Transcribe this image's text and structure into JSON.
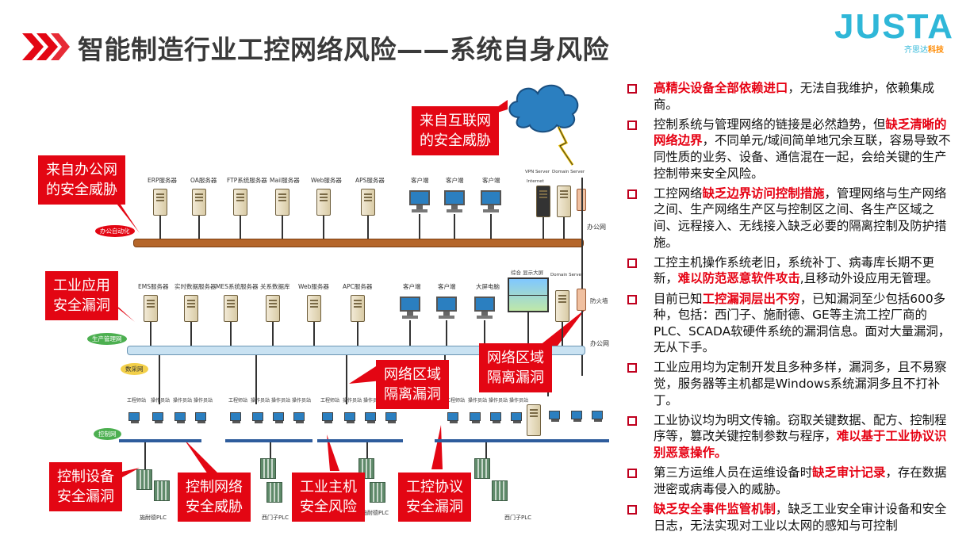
{
  "header": {
    "title": "智能制造行业工控网络风险——系统自身风险",
    "logo_text": "JUSTA",
    "logo_subtitle_a": "齐思达",
    "logo_subtitle_b": "科技",
    "accent_color": "#e30613",
    "logo_color": "#2fb7d8"
  },
  "diagram": {
    "threats": {
      "internet": [
        "来自互联网",
        "的安全威胁"
      ],
      "office": [
        "来自办公网",
        "的安全威胁"
      ],
      "app": [
        "工业应用",
        "安全漏洞"
      ],
      "zone_right": [
        "网络区域",
        "隔离漏洞"
      ],
      "zone_mid": [
        "网络区域",
        "隔离漏洞"
      ],
      "ctrl_device": [
        "控制设备",
        "安全漏洞"
      ],
      "ctrl_net": [
        "控制网络",
        "安全威胁"
      ],
      "host": [
        "工业主机",
        "安全风险"
      ],
      "protocol": [
        "工控协议",
        "安全漏洞"
      ]
    },
    "office_servers": [
      "ERP服务器",
      "OA服务器",
      "FTP系统服务器",
      "Mail服务器",
      "Web服务器",
      "APS服务器"
    ],
    "office_clients": [
      "客户端",
      "客户端",
      "客户端"
    ],
    "office_right_labels": [
      "VPN Server",
      "Domain Server",
      "Internet"
    ],
    "prod_servers": [
      "EMS服务器",
      "实时数据服务器",
      "MES系统服务器",
      "关系数据库",
      "Web服务器",
      "APC服务器"
    ],
    "prod_clients": [
      "客户端",
      "客户端"
    ],
    "prod_big_screen": "大屏电脑",
    "prod_right_labels": [
      "综合 显示大屏",
      "Domain Server",
      "防火墙"
    ],
    "bus_labels": {
      "office": "办公网",
      "office_tag": "办公自动化",
      "prod": "办公网",
      "prod_tag": "生产管理网",
      "scada_tag": "数采网",
      "ctrl_tag": "控制网"
    },
    "ctrl_node_labels": [
      "工程师站",
      "操作员站",
      "操作员站",
      "操作员站"
    ],
    "device_captions": [
      "施耐德PLC",
      "西门子PLC",
      "施耐德PLC",
      "西门子PLC"
    ]
  },
  "risks": [
    [
      {
        "t": "高精尖设备全部依赖进口",
        "h": true
      },
      {
        "t": "，无法自我维护，依赖集成商。",
        "h": false
      }
    ],
    [
      {
        "t": "控制系统与管理网络的链接是必然趋势，但",
        "h": false
      },
      {
        "t": "缺乏清晰的网络边界",
        "h": true
      },
      {
        "t": "，不同单元/域间简单地冗余互联，容易导致不同性质的业务、设备、通信混在一起，会给关键的生产控制带来安全风险。",
        "h": false
      }
    ],
    [
      {
        "t": "工控网络",
        "h": false
      },
      {
        "t": "缺乏边界访问控制措施",
        "h": true
      },
      {
        "t": "，管理网络与生产网络之间、生产网络生产区与控制区之间、各生产区域之间、远程接入、无线接入缺乏必要的隔离控制及防护措施。",
        "h": false
      }
    ],
    [
      {
        "t": "工控主机操作系统老旧，系统补丁、病毒库长期不更新，",
        "h": false
      },
      {
        "t": "难以防范恶意软件攻击",
        "h": true
      },
      {
        "t": ",且移动外设应用无管理。",
        "h": false
      }
    ],
    [
      {
        "t": "目前已知",
        "h": false
      },
      {
        "t": "工控漏洞层出不穷",
        "h": true
      },
      {
        "t": "，已知漏洞至少包括600多种，包括：西门子、施耐德、GE等主流工控厂商的PLC、SCADA软硬件系统的漏洞信息。面对大量漏洞，无从下手。",
        "h": false
      }
    ],
    [
      {
        "t": "工业应用均为定制开发且多种多样，漏洞多，且不易察觉，服务器等主机都是Windows系统漏洞多且不打补丁。",
        "h": false
      }
    ],
    [
      {
        "t": "工业协议均为明文传输。窃取关键数据、配方、控制程序等，篡改关键控制参数与程序，",
        "h": false
      },
      {
        "t": "难以基于工业协议识别恶意操作。",
        "h": true
      }
    ],
    [
      {
        "t": "第三方运维人员在运维设备时",
        "h": false
      },
      {
        "t": "缺乏审计记录",
        "h": true
      },
      {
        "t": "，存在数据泄密或病毒侵入的威胁。",
        "h": false
      }
    ],
    [
      {
        "t": "缺乏安全事件监管机制",
        "h": true
      },
      {
        "t": "，缺乏工业安全审计设备和安全日志，无法实现对工业以太网的感知与可控制",
        "h": false
      }
    ]
  ]
}
